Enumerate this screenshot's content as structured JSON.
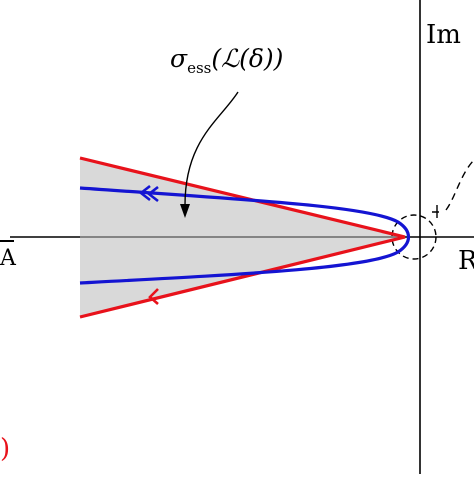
{
  "labels": {
    "sigma_symbol": "σ",
    "sigma_subscript": "ess",
    "operator_text": "(ℒ(δ))",
    "imag_axis": "Im",
    "real_axis": "R",
    "left_cut": "A",
    "bottom_cut": ")"
  },
  "colors": {
    "red_curve": "#e8121b",
    "blue_curve": "#1414d2",
    "region_fill": "#d9d9d9",
    "axis": "#000000",
    "dashed": "#000000"
  },
  "icons": {
    "annotation_arrow": "curved-arrow-icon",
    "flow_arrows": "chevron-left-icon"
  }
}
